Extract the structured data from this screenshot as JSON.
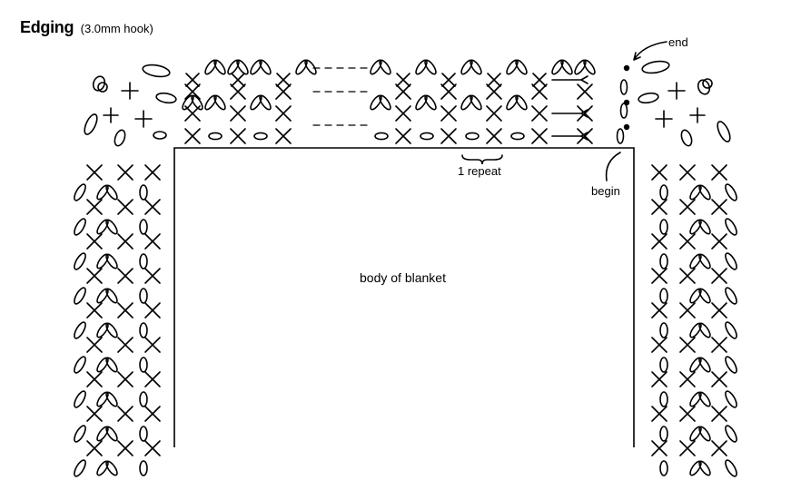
{
  "title": {
    "main": "Edging",
    "sub": "(3.0mm hook)"
  },
  "labels": {
    "body": "body of blanket",
    "repeat": "1 repeat",
    "begin": "begin",
    "end": "end"
  },
  "colors": {
    "ink": "#000000",
    "background": "#ffffff"
  },
  "symbols": [
    "single-crochet-x",
    "chain-oval",
    "picot",
    "slip-stitch-dot",
    "arrow"
  ]
}
